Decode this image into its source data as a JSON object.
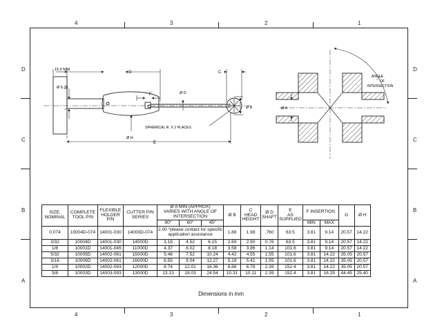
{
  "border_zones": {
    "top": [
      "4",
      "3",
      "2",
      "1"
    ],
    "bottom": [
      "4",
      "3",
      "2",
      "1"
    ],
    "left": [
      "D",
      "C",
      "B",
      "A"
    ],
    "right": [
      "D",
      "C",
      "B",
      "A"
    ]
  },
  "drawing": {
    "dim_15_9_min": "15.9 MIN",
    "dim_g": "G",
    "dim_f": "F",
    "dim_dia_635": "Ø 6.35",
    "dim_dia_d": "Ø D",
    "dim_c": "C",
    "dim_dia_b": "Ø B",
    "dim_dia_h": "Ø H",
    "dim_e": "E",
    "spherical_note": "SPHERICAL  R. X 2 PLACES",
    "dim_dia_a": "Ø A",
    "angle_line1": "ANGLE",
    "angle_line2": "OF",
    "angle_line3": "INTERSECTION"
  },
  "table": {
    "headers": {
      "size": [
        "SIZE,",
        "NOMINAL"
      ],
      "complete_tool": [
        "COMPLETE",
        "TOOL P/N"
      ],
      "flex_holder": [
        "FLEXIBLE",
        "HOLDER",
        "P/N"
      ],
      "cutter": [
        "CUTTER P/N",
        "SERIES"
      ],
      "dia_a": [
        "Ø A MIN (APPROX)",
        "VARIES WITH ANGLE OF",
        "INTERSECTION"
      ],
      "angles": [
        "90°",
        "60°",
        "45°"
      ],
      "dia_b": "Ø B",
      "head_height": [
        "C",
        "HEAD",
        "HEIGHT"
      ],
      "shaft": [
        "Ø D",
        "SHAFT"
      ],
      "supplied": [
        "E",
        "AS",
        "SUPPLIED"
      ],
      "f_insertion": "F INSERTION",
      "min": "MIN",
      "max": "MAX",
      "g": "G",
      "h": "Ø H"
    },
    "first_row": {
      "size": "0.074",
      "tool": "10004D-074",
      "holder": "14001-030",
      "cutter": "14000D-074",
      "note": [
        "2.00 *please contact for specific",
        "application assistance"
      ],
      "b": "1.88",
      "c": "1.98",
      "d": ".760",
      "e": "63.5",
      "fmin": "3.81",
      "fmax": "9.14",
      "g": "20.57",
      "h": "14.22"
    },
    "rows": [
      [
        "3/32",
        "10004D",
        "14001-030",
        "14000D",
        "3.18",
        "4.52",
        "6.15",
        "2.69",
        "2.90",
        "0.76",
        "63.5",
        "3.81",
        "9.14",
        "20.57",
        "14.22"
      ],
      [
        "1/8",
        "10001D",
        "14001-045",
        "11000D",
        "4.37",
        "6.02",
        "8.18",
        "3.58",
        "3.86",
        "1.14",
        "101.6",
        "3.81",
        "9.14",
        "20.57",
        "14.22"
      ],
      [
        "5/32",
        "10005D",
        "14002-061",
        "15000D",
        "5.46",
        "7.52",
        "10.24",
        "4.42",
        "4.55",
        "1.55",
        "101.6",
        "3.81",
        "14.22",
        "35.05",
        "20.57"
      ],
      [
        "3/16",
        "10006D",
        "14002-061",
        "16000D",
        "6.55",
        "9.04",
        "12.27",
        "5.18",
        "5.41",
        "1.55",
        "101.6",
        "3.81",
        "14.22",
        "35.05",
        "20.57"
      ],
      [
        "1/4",
        "10002D",
        "14002-093",
        "12000D",
        "8.74",
        "12.01",
        "16.36",
        "6.88",
        "6.78",
        "2.39",
        "152.4",
        "3.81",
        "14.22",
        "35.05",
        "20.57"
      ],
      [
        "3/8",
        "10003D",
        "14003-093",
        "13000D",
        "13.13",
        "18.03",
        "24.54",
        "10.31",
        "10.11",
        "2.39",
        "152.4",
        "3.81",
        "18.29",
        "44.45",
        "25.40"
      ]
    ]
  },
  "caption": "Dimensions in mm"
}
